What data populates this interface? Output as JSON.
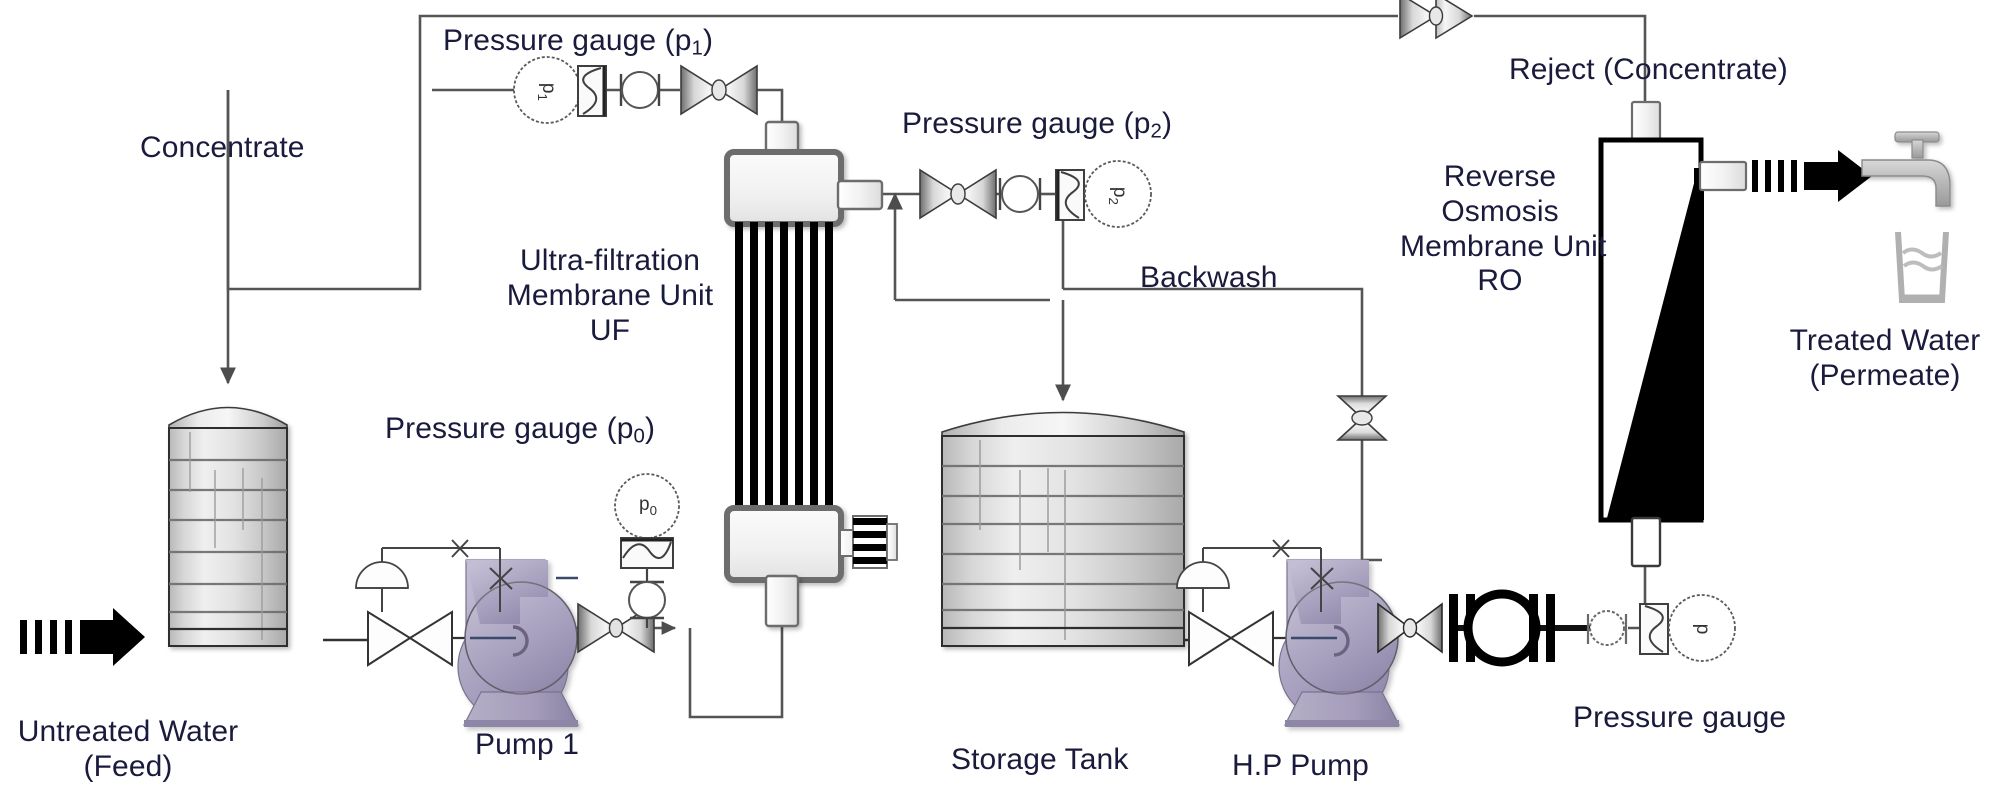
{
  "diagram": {
    "title": "Water treatment process flow diagram (UF + RO)",
    "type": "process-flow-diagram"
  },
  "labels": {
    "untreated_water_l1": "Untreated Water",
    "untreated_water_l2": "(Feed)",
    "concentrate": "Concentrate",
    "pressure_gauge_p1_a": "Pressure gauge (p",
    "pressure_gauge_p1_sub": "1",
    "pressure_gauge_p1_b": ")",
    "pressure_gauge_p2_a": "Pressure gauge (p",
    "pressure_gauge_p2_sub": "2",
    "pressure_gauge_p2_b": ")",
    "pressure_gauge_p0_a": "Pressure gauge (p",
    "pressure_gauge_p0_sub": "0",
    "pressure_gauge_p0_b": ")",
    "uf_l1": "Ultra-filtration",
    "uf_l2": "Membrane Unit",
    "uf_l3": "UF",
    "pump1": "Pump 1",
    "backwash": "Backwash",
    "storage_tank": "Storage Tank",
    "hp_pump": "H.P Pump",
    "pressure_gauge_plain": "Pressure gauge",
    "reject": "Reject (Concentrate)",
    "ro_l1": "Reverse",
    "ro_l2": "Osmosis",
    "ro_l3": "Membrane Unit",
    "ro_l4": "RO",
    "treated_water_l1": "Treated Water",
    "treated_water_l2": "(Permeate)"
  },
  "gauge_tags": {
    "p1": "p1",
    "p2": "p2",
    "p0": "p0",
    "p_ro": "p"
  },
  "colors": {
    "label_text": "#1a1a3c",
    "line": "#555555",
    "line_dark": "#333333",
    "tank_band": "#9a9a9a",
    "tank_fill_light": "#e8e8e8",
    "tank_fill_mid": "#c9c9c9",
    "pump_body": "#a9a3bd",
    "pump_body_dark": "#8d86a6",
    "membrane_fiber": "#000000",
    "ro_wedge": "#000000",
    "unit_shell": "#707070",
    "unit_fill": "#f0f0f0",
    "faucet": "#b4b4b4",
    "arrow_black": "#000000"
  },
  "equipment": [
    {
      "id": "feed-tank",
      "name": "Untreated Water Feed Tank",
      "kind": "storage-tank"
    },
    {
      "id": "pump-1",
      "name": "Pump 1",
      "kind": "centrifugal-pump"
    },
    {
      "id": "uf-unit",
      "name": "Ultra-filtration Membrane Unit UF",
      "kind": "hollow-fiber-membrane"
    },
    {
      "id": "storage-tank",
      "name": "Storage Tank",
      "kind": "storage-tank"
    },
    {
      "id": "hp-pump",
      "name": "H.P Pump",
      "kind": "centrifugal-pump"
    },
    {
      "id": "ro-unit",
      "name": "Reverse Osmosis Membrane Unit RO",
      "kind": "spiral-wound-membrane"
    },
    {
      "id": "tap",
      "name": "Treated Water Tap",
      "kind": "faucet-and-glass"
    }
  ],
  "instruments": [
    {
      "id": "p0",
      "tag": "p0",
      "label": "Pressure gauge (p0)",
      "location": "pump-1 discharge"
    },
    {
      "id": "p1",
      "tag": "p1",
      "label": "Pressure gauge (p1)",
      "location": "UF inlet"
    },
    {
      "id": "p2",
      "tag": "p2",
      "label": "Pressure gauge (p2)",
      "location": "UF permeate outlet"
    },
    {
      "id": "p-ro",
      "tag": "p",
      "label": "Pressure gauge",
      "location": "RO feed"
    }
  ],
  "streams": [
    {
      "id": "feed",
      "label": "Untreated Water (Feed)",
      "from": "external",
      "to": "feed-tank"
    },
    {
      "id": "concentrate",
      "label": "Concentrate",
      "from": "uf-unit",
      "to": "feed-tank"
    },
    {
      "id": "backwash",
      "label": "Backwash",
      "from": "uf-permeate-line",
      "to": "hp-pump-suction"
    },
    {
      "id": "reject",
      "label": "Reject (Concentrate)",
      "from": "ro-unit",
      "to": "feed-tank"
    },
    {
      "id": "permeate",
      "label": "Treated Water (Permeate)",
      "from": "ro-unit",
      "to": "tap"
    }
  ]
}
